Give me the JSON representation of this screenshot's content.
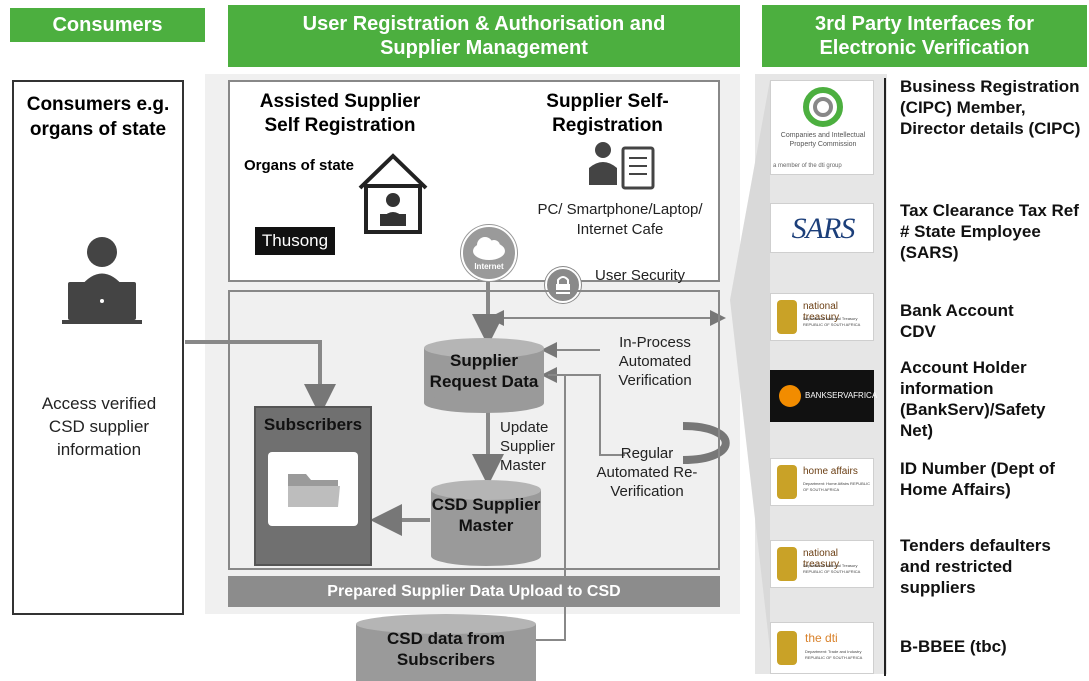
{
  "headers": {
    "consumers": "Consumers",
    "registration": "User Registration & Authorisation and Supplier Management",
    "third_party": "3rd Party Interfaces for Electronic Verification"
  },
  "consumers_box": {
    "title": "Consumers e.g. organs of state",
    "access_text": "Access verified CSD supplier information"
  },
  "registration": {
    "assisted_title": "Assisted Supplier Self Registration",
    "self_title": "Supplier Self-Registration",
    "organs_label": "Organs of state",
    "thusong_label": "Thusong",
    "devices_label": "PC/ Smartphone/Laptop/ Internet Cafe",
    "internet_label": "Internet",
    "user_security": "User Security"
  },
  "processing": {
    "supplier_request_data": "Supplier Request Data",
    "in_process_verification": "In-Process Automated Verification",
    "update_supplier_master": "Update Supplier Master",
    "regular_reverification": "Regular Automated Re-Verification",
    "csd_supplier_master": "CSD Supplier Master",
    "subscribers": "Subscribers",
    "prepared_upload": "Prepared Supplier Data Upload to CSD",
    "csd_data_from_subscribers": "CSD data from Subscribers"
  },
  "interfaces": [
    {
      "logo_text": "Companies and Intellectual Property Commission",
      "logo_sub": "a member of the dti group",
      "description": "Business Registration (CIPC) Member, Director details (CIPC)"
    },
    {
      "logo_text": "SARS",
      "description": "Tax Clearance Tax Ref # State Employee (SARS)"
    },
    {
      "logo_text": "national treasury",
      "logo_sub": "Department: National Treasury REPUBLIC OF SOUTH AFRICA",
      "description": "Bank Account CDV"
    },
    {
      "logo_text": "BANKSERVAFRICA",
      "description": "Account Holder information (BankServ)/Safety Net)"
    },
    {
      "logo_text": "home affairs",
      "logo_sub": "Department: Home Affairs REPUBLIC OF SOUTH AFRICA",
      "description": "ID Number (Dept of Home Affairs)"
    },
    {
      "logo_text": "national treasury",
      "logo_sub": "Department: National Treasury REPUBLIC OF SOUTH AFRICA",
      "description": "Tenders defaulters and restricted suppliers"
    },
    {
      "logo_text": "the dti",
      "logo_sub": "Department: Trade and Industry REPUBLIC OF SOUTH AFRICA",
      "description": "B-BBEE (tbc)"
    }
  ],
  "colors": {
    "header_green": "#4caf3f",
    "cylinder_grey": "#9a9a9a",
    "bar_grey": "#8c8c8c"
  }
}
